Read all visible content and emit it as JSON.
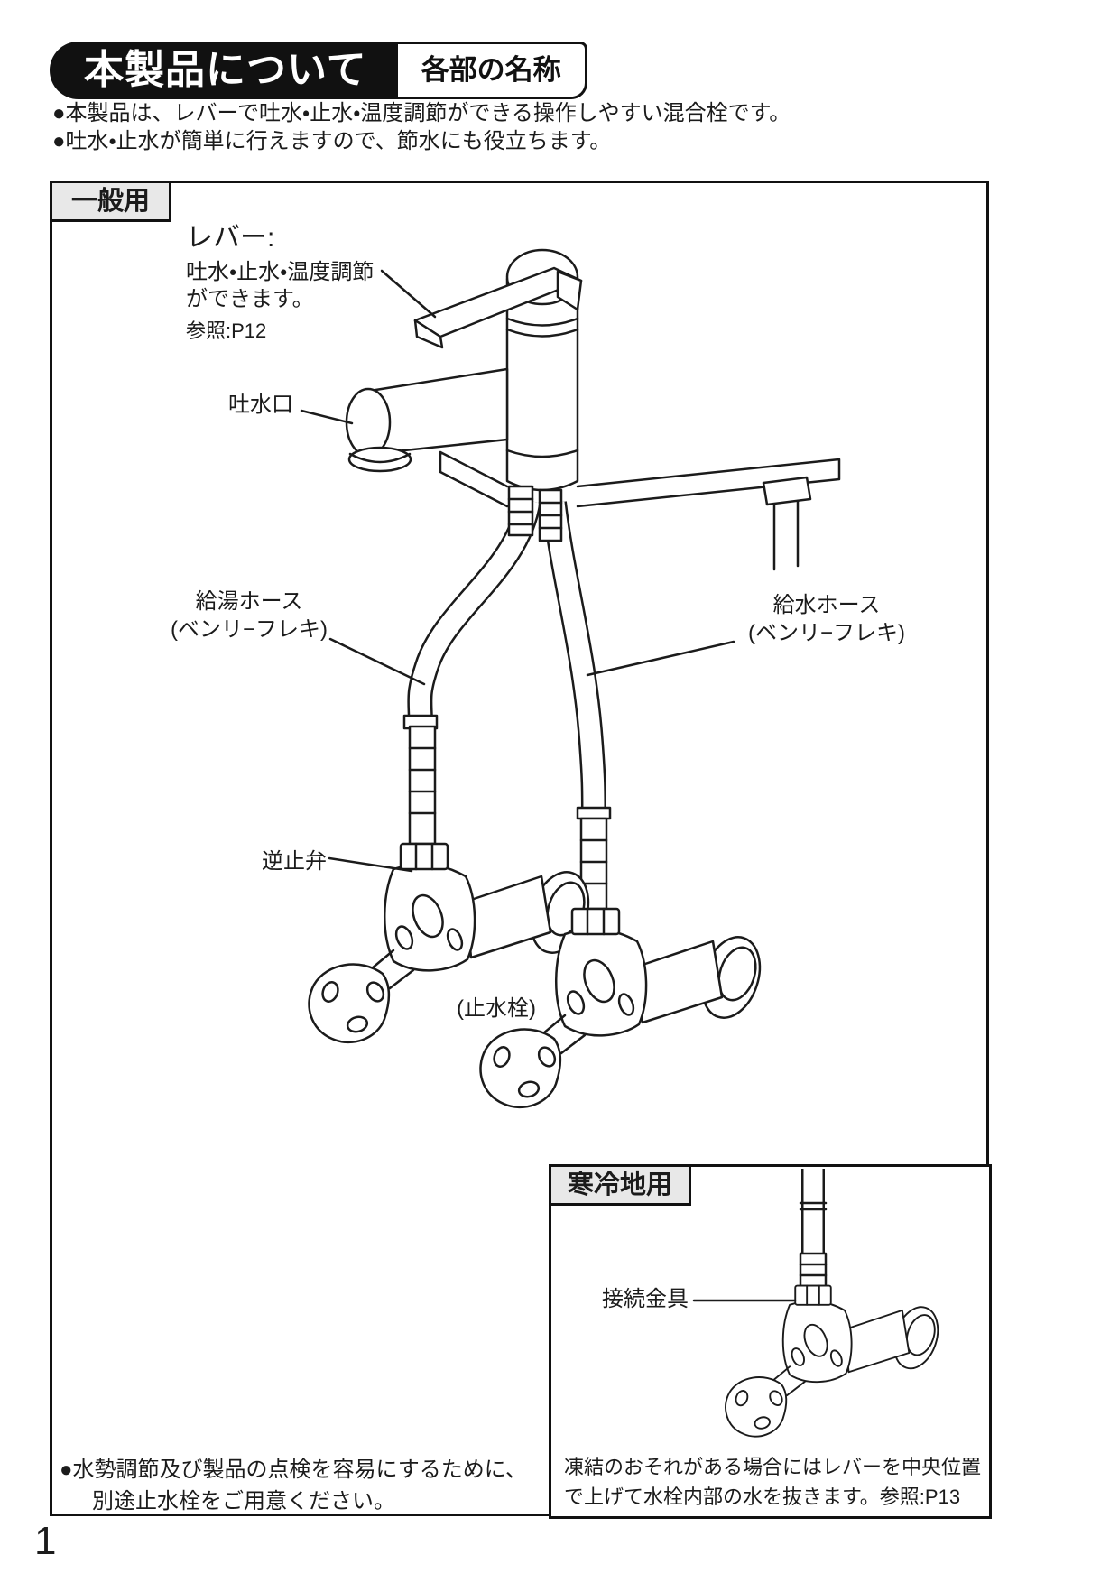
{
  "colors": {
    "ink": "#1b1b1b",
    "tag_bg": "#e8e8e8",
    "banner_bg": "#111111"
  },
  "header": {
    "title": "本製品について",
    "badge": "各部の名称"
  },
  "intro": {
    "bullet1": "●本製品は、レバーで吐水・止水・温度調節ができる操作しやすい混合栓です。",
    "bullet2": "●吐水・止水が簡単に行えますので、節水にも役立ちます。"
  },
  "general": {
    "tag": "一般用",
    "lever": {
      "title": "レバー:",
      "desc1": "吐水・止水・温度調節",
      "desc2": "ができます。",
      "ref": "参照:P12"
    },
    "spout": "吐水口",
    "hot_hose": {
      "line1": "給湯ホース",
      "line2": "(ベンリ−フレキ)"
    },
    "cold_hose": {
      "line1": "給水ホース",
      "line2": "(ベンリ−フレキ)"
    },
    "check_valve": "逆止弁",
    "stop_valve": "(止水栓)",
    "note1": "●水勢調節及び製品の点検を容易にするために、",
    "note2": "別途止水栓をご用意ください。"
  },
  "cold": {
    "tag": "寒冷地用",
    "fitting": "接続金具",
    "note1": "凍結のおそれがある場合にはレバーを中央位置",
    "note2": "で上げて水栓内部の水を抜きます。参照:P13"
  },
  "footer": {
    "page": "1"
  }
}
